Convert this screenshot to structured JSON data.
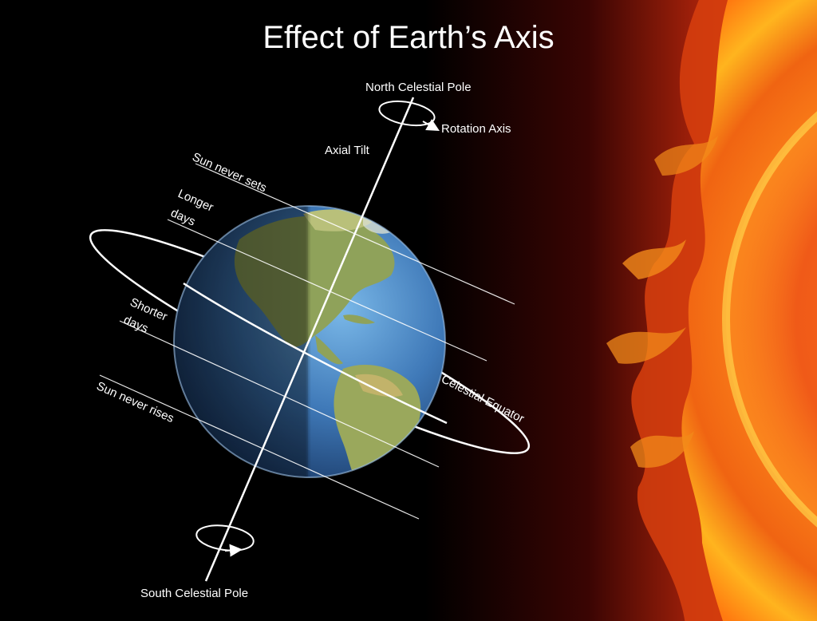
{
  "title": "Effect of Earth’s Axis",
  "labels": {
    "north_pole": "North Celestial Pole",
    "rotation_axis": "Rotation Axis",
    "axial_tilt": "Axial Tilt",
    "sun_never_sets": "Sun never sets",
    "longer_days_1": "Longer",
    "longer_days_2": "days",
    "shorter_days_1": "Shorter",
    "shorter_days_2": "days",
    "sun_never_rises": "Sun never rises",
    "celestial_equator": "Celestial Equator",
    "south_pole": "South Celestial Pole"
  },
  "colors": {
    "background": "#000000",
    "sun_core": "#ffb21e",
    "sun_edge": "#c42a0a",
    "ocean": "#3f79b8",
    "land": "#8fa25a",
    "lines": "#ffffff"
  }
}
